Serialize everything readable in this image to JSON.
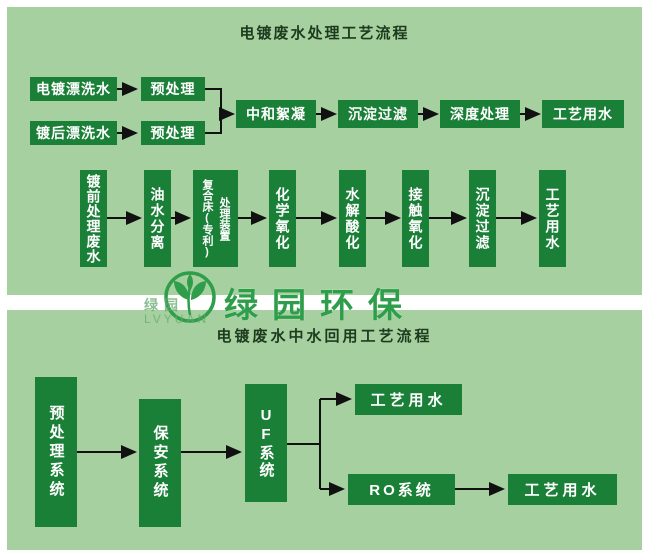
{
  "colors": {
    "panel_background": "#a6d0a0",
    "box_green": "#1a7f37",
    "box_text": "#ffffff",
    "title_text": "#1d3a1d",
    "arrow": "#111111",
    "logo_green": "#2f9e4a",
    "frame_white": "#ffffff"
  },
  "top_panel": {
    "title": "电镀废水处理工艺流程",
    "source_rows": [
      {
        "source": "电镀漂洗水",
        "step": "预处理"
      },
      {
        "source": "镀后漂洗水",
        "step": "预处理"
      }
    ],
    "main_chain": [
      "中和絮凝",
      "沉淀过滤",
      "深度处理",
      "工艺用水"
    ],
    "lower_chain": [
      "镀前处理废水",
      "油水分离",
      "复合床(专利)",
      "处理装置",
      "化学氧化",
      "水解酸化",
      "接触氧化",
      "沉淀过滤",
      "工艺用水"
    ]
  },
  "logo": {
    "brand": "绿园环保",
    "watermark_cn": "绿园",
    "watermark_en": "LVYUAN"
  },
  "bottom_panel": {
    "title": "电镀废水中水回用工艺流程",
    "boxes": {
      "pretreat": "预处理系统",
      "security": "保安系统",
      "uf": "UF系统",
      "water_top": "工艺用水",
      "ro": "RO系统",
      "water_bottom": "工艺用水"
    }
  }
}
